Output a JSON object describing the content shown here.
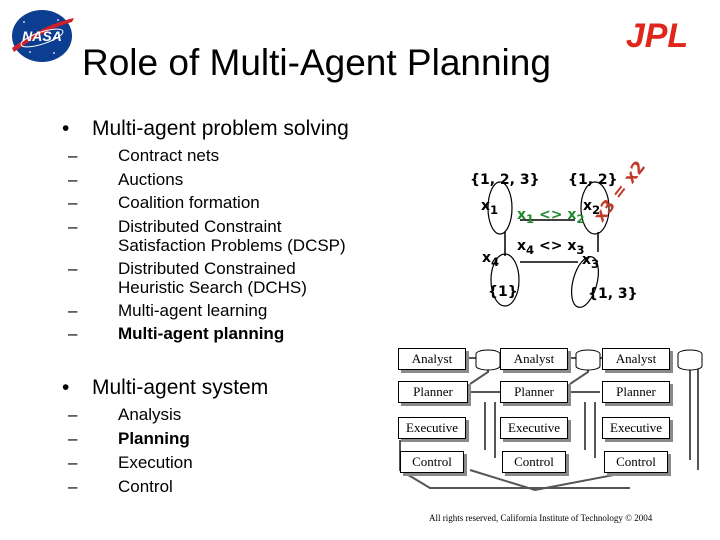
{
  "slide": {
    "title": "Role of Multi-Agent Planning",
    "logos": {
      "left": "NASA",
      "right": "JPL"
    },
    "colors": {
      "nasa_blue": "#0b3d91",
      "nasa_red": "#d0202a",
      "jpl_red": "#e0251b",
      "csp_green": "#1f8a2e",
      "csp_red": "#c23a2a"
    },
    "bullets": [
      {
        "label": "Multi-agent problem solving",
        "items": [
          {
            "dash": "–",
            "lines": [
              "Contract nets"
            ],
            "bold": false
          },
          {
            "dash": "–",
            "lines": [
              "Auctions"
            ],
            "bold": false
          },
          {
            "dash": "–",
            "lines": [
              "Coalition formation"
            ],
            "bold": false
          },
          {
            "dash": "–",
            "lines": [
              "Distributed Constraint",
              "Satisfaction Problems (DCSP)"
            ],
            "bold": false
          },
          {
            "dash": "–",
            "lines": [
              "Distributed Constrained",
              "Heuristic Search (DCHS)"
            ],
            "bold": false
          },
          {
            "dash": "–",
            "lines": [
              "Multi-agent learning"
            ],
            "bold": false
          },
          {
            "dash": "–",
            "lines": [
              "Multi-agent planning"
            ],
            "bold": true
          }
        ]
      },
      {
        "label": "Multi-agent system",
        "items": [
          {
            "dash": "–",
            "lines": [
              "Analysis"
            ],
            "bold": false
          },
          {
            "dash": "–",
            "lines": [
              "Planning"
            ],
            "bold": true
          },
          {
            "dash": "–",
            "lines": [
              "Execution"
            ],
            "bold": false
          },
          {
            "dash": "–",
            "lines": [
              "Control"
            ],
            "bold": false
          }
        ]
      }
    ],
    "csp_diagram": {
      "domain_x1": "{1, 2, 3}",
      "domain_x2": "{1, 2}",
      "domain_x4": "{1}",
      "domain_x3": "{1, 3}",
      "x1": "x",
      "x1_sub": "1",
      "x2": "x",
      "x2_sub": "2",
      "x4": "x",
      "x4_sub": "4",
      "x3": "x",
      "x3_sub": "3",
      "c12_a": "x",
      "c12_a_sub": "1",
      "c12_op": " <> x",
      "c12_b_sub": "2",
      "c43_a": "x",
      "c43_a_sub": "4",
      "c43_op": " <> x",
      "c43_b_sub": "3",
      "c23": "x3 = x2"
    },
    "agent_diagram": {
      "columns": [
        {
          "analyst": "Analyst",
          "planner": "Planner",
          "executive": "Executive",
          "control": "Control"
        },
        {
          "analyst": "Analyst",
          "planner": "Planner",
          "executive": "Executive",
          "control": "Control"
        },
        {
          "analyst": "Analyst",
          "planner": "Planner",
          "executive": "Executive",
          "control": "Control"
        }
      ]
    },
    "footer": "All rights reserved, California Institute of Technology © 2004"
  }
}
